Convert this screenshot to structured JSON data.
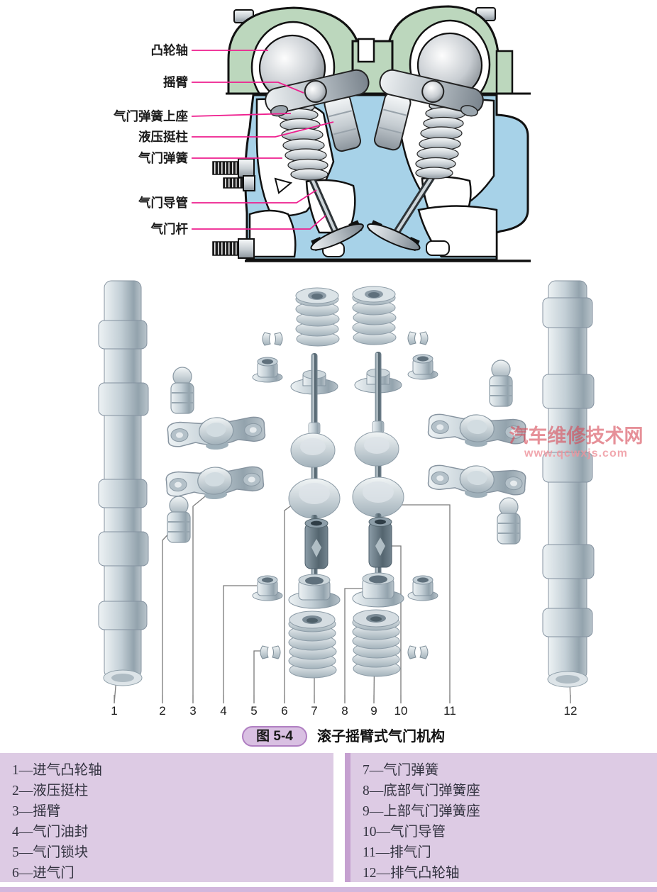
{
  "figure": {
    "caption_badge": "图 5-4",
    "caption_title": "滚子摇臂式气门机构"
  },
  "cross_section": {
    "labels": [
      "凸轮轴",
      "摇臂",
      "气门弹簧上座",
      "液压挺柱",
      "气门弹簧",
      "气门导管",
      "气门杆"
    ]
  },
  "exploded": {
    "numbers": [
      "1",
      "2",
      "3",
      "4",
      "5",
      "6",
      "7",
      "8",
      "9",
      "10",
      "11",
      "12"
    ]
  },
  "watermark": {
    "title": "汽车维修技术网",
    "url": "www.qcwxjs.com"
  },
  "legend": {
    "left": [
      "1—进气凸轮轴",
      "2—液压挺柱",
      "3—摇臂",
      "4—气门油封",
      "5—气门锁块",
      "6—进气门"
    ],
    "right": [
      "7—气门弹簧",
      "8—底部气门弹簧座",
      "9—上部气门弹簧座",
      "10—气门导管",
      "11—排气门",
      "12—排气凸轮轴"
    ]
  },
  "colors": {
    "leader_pink": "#ee1e8e",
    "carrier_green": "#bcd7bd",
    "head_blue": "#a7d2e8",
    "legend_bg": "#ddcbe4",
    "legend_accent": "#c5a0d0",
    "badge_bg": "#d9c0e2",
    "badge_border": "#b07fc2",
    "bottom_bar": "#d2b7dd",
    "watermark_red": "#d64c58"
  }
}
